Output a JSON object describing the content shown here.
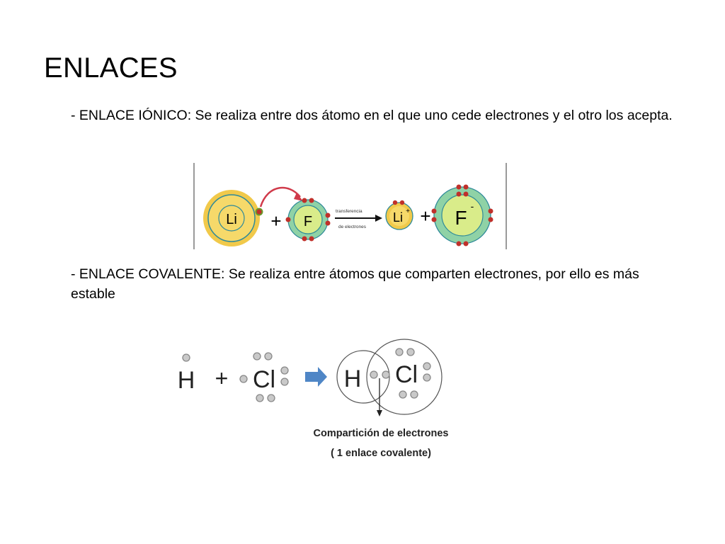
{
  "slide": {
    "title": "ENLACES",
    "ionic_text": "- ENLACE IÓNICO: Se realiza entre dos átomo en el que uno cede electrones y el otro los acepta.",
    "covalent_text": "- ENLACE COVALENTE: Se realiza entre átomos que comparten electrones, por ello es más estable"
  },
  "ionic_diagram": {
    "li_symbol": "Li",
    "f_symbol": "F",
    "plus_sign": "+",
    "transfer_label_line1": "transferencia",
    "transfer_label_line2": "de electrones",
    "li_ion_symbol": "Li",
    "li_ion_charge": "+",
    "f_ion_symbol": "F",
    "f_ion_charge": "-",
    "colors": {
      "li_core": "#f6d96a",
      "li_ring": "#f1c94a",
      "f_core": "#d9ec8a",
      "f_ring": "#8fd2a6",
      "orbit_stroke": "#2f8a9a",
      "electron": "#c0302a",
      "arrow_red": "#d03a4a",
      "frame_line": "#9a9a9a"
    }
  },
  "covalent_diagram": {
    "h_symbol": "H",
    "cl_symbol": "Cl",
    "plus_sign": "+",
    "caption_line1": "Compartición de electrones",
    "caption_line2": "( 1 enlace covalente)",
    "colors": {
      "electron_fill": "#c9c9c9",
      "electron_stroke": "#888888",
      "arrow_blue": "#4f86c6",
      "text": "#222222"
    }
  }
}
